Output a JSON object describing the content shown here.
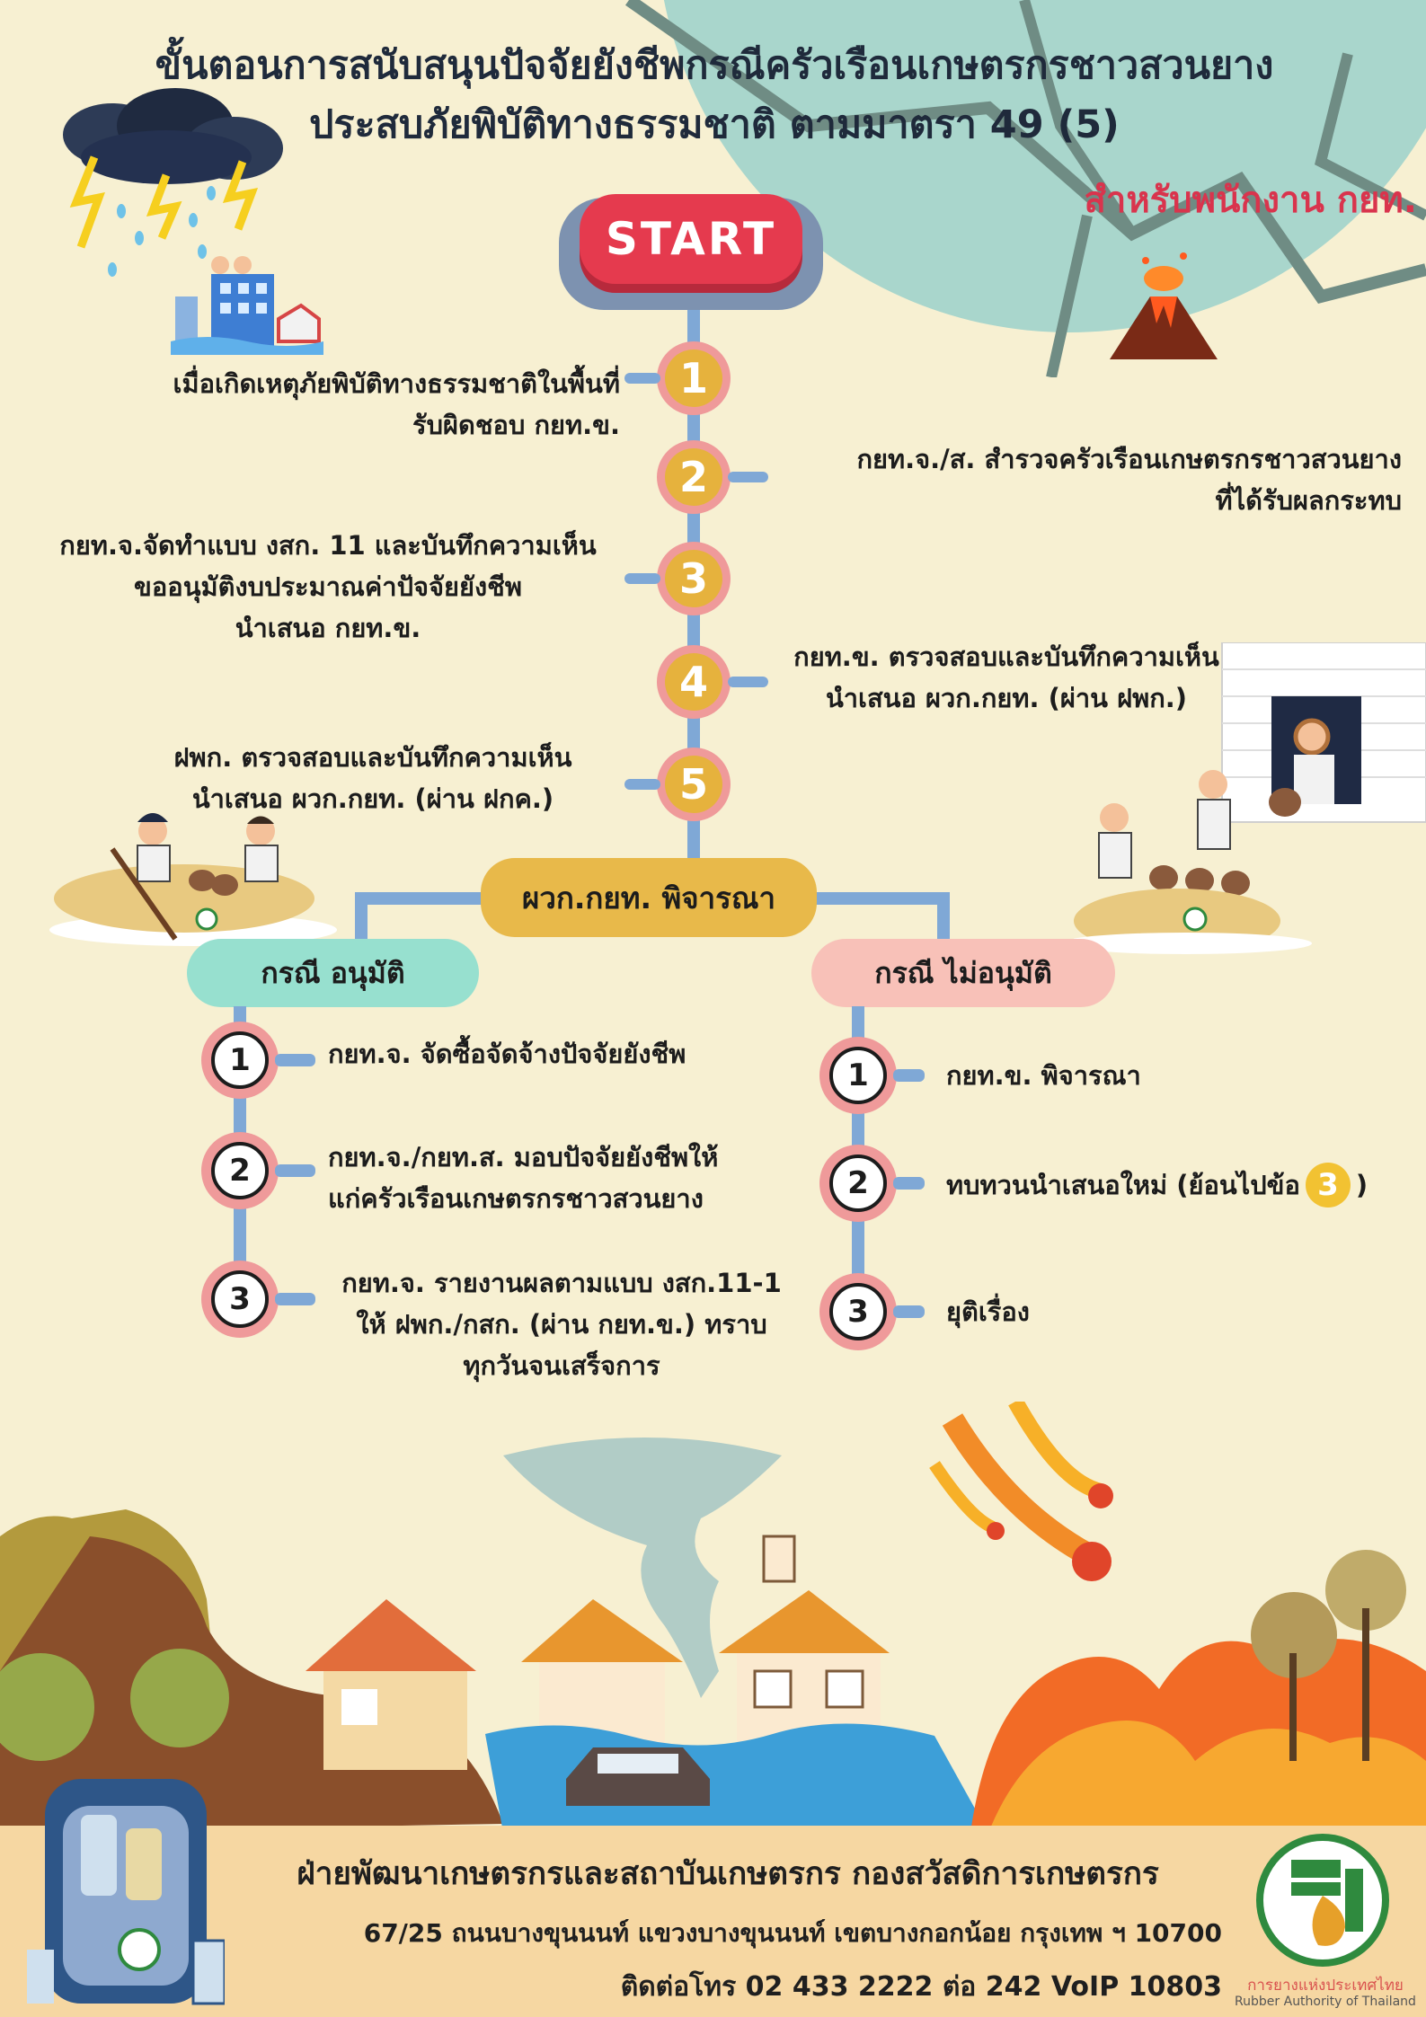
{
  "header": {
    "title_line1": "ขั้นตอนการสนับสนุนปัจจัยยังชีพกรณีครัวเรือนเกษตรกรชาวสวนยาง",
    "title_line2": "ประสบภัยพิบัติทางธรรมชาติ ตามมาตรา 49 (5)",
    "subtitle": "สำหรับพนักงาน กยท."
  },
  "start_label": "START",
  "steps": [
    {
      "num": "1",
      "text": "เมื่อเกิดเหตุภัยพิบัติทางธรรมชาติในพื้นที่\nรับผิดชอบ กยท.ข."
    },
    {
      "num": "2",
      "text": "กยท.จ./ส. สำรวจครัวเรือนเกษตรกรชาวสวนยาง\nที่ได้รับผลกระทบ"
    },
    {
      "num": "3",
      "text": "กยท.จ.จัดทำแบบ งสก. 11 และบันทึกความเห็น\nขออนุมัติงบประมาณค่าปัจจัยยังชีพ\nนำเสนอ กยท.ข."
    },
    {
      "num": "4",
      "text": "กยท.ข. ตรวจสอบและบันทึกความเห็น\nนำเสนอ ผวก.กยท. (ผ่าน ฝพก.)"
    },
    {
      "num": "5",
      "text": "ฝพก. ตรวจสอบและบันทึกความเห็น\nนำเสนอ ผวก.กยท. (ผ่าน ฝกค.)"
    }
  ],
  "decision_label": "ผวก.กยท. พิจารณา",
  "approve": {
    "label": "กรณี อนุมัติ",
    "items": [
      {
        "num": "1",
        "text": "กยท.จ. จัดซื้อจัดจ้างปัจจัยยังชีพ"
      },
      {
        "num": "2",
        "text": "กยท.จ./กยท.ส. มอบปัจจัยยังชีพให้\nแก่ครัวเรือนเกษตรกรชาวสวนยาง"
      },
      {
        "num": "3",
        "text": "กยท.จ. รายงานผลตามแบบ งสก.11-1\nให้ ฝพก./กสก. (ผ่าน กยท.ข.) ทราบ\nทุกวันจนเสร็จการ"
      }
    ]
  },
  "reject": {
    "label": "กรณี ไม่อนุมัติ",
    "items": [
      {
        "num": "1",
        "text": "กยท.ข. พิจารณา"
      },
      {
        "num": "2",
        "text_before": "ทบทวนนำเสนอใหม่ (ย้อนไปข้อ",
        "ref_num": "3",
        "text_after": ")"
      },
      {
        "num": "3",
        "text": "ยุติเรื่อง"
      }
    ]
  },
  "footer": {
    "department": "ฝ่ายพัฒนาเกษตรกรและสถาบันเกษตรกร กองสวัสดิการเกษตรกร",
    "address": "67/25 ถนนบางขุนนนท์ แขวงบางขุนนนท์ เขตบางกอกน้อย กรุงเทพ ฯ 10700",
    "contact": "ติดต่อโทร 02 433 2222 ต่อ 242 VoIP 10803",
    "logo_name_th": "การยางแห่งประเทศไทย",
    "logo_name_en": "Rubber Authority of Thailand"
  },
  "colors": {
    "background": "#f7f0d2",
    "title": "#1f2a3b",
    "subtitle": "#d9344d",
    "line": "#7fa8d6",
    "step_ring": "#ef9a9a",
    "step_fill": "#e6b23d",
    "approve_pill": "#97e0cf",
    "reject_pill": "#f8c1b8",
    "decision_pill": "#e8b94a",
    "start_button": "#e53a4e"
  }
}
